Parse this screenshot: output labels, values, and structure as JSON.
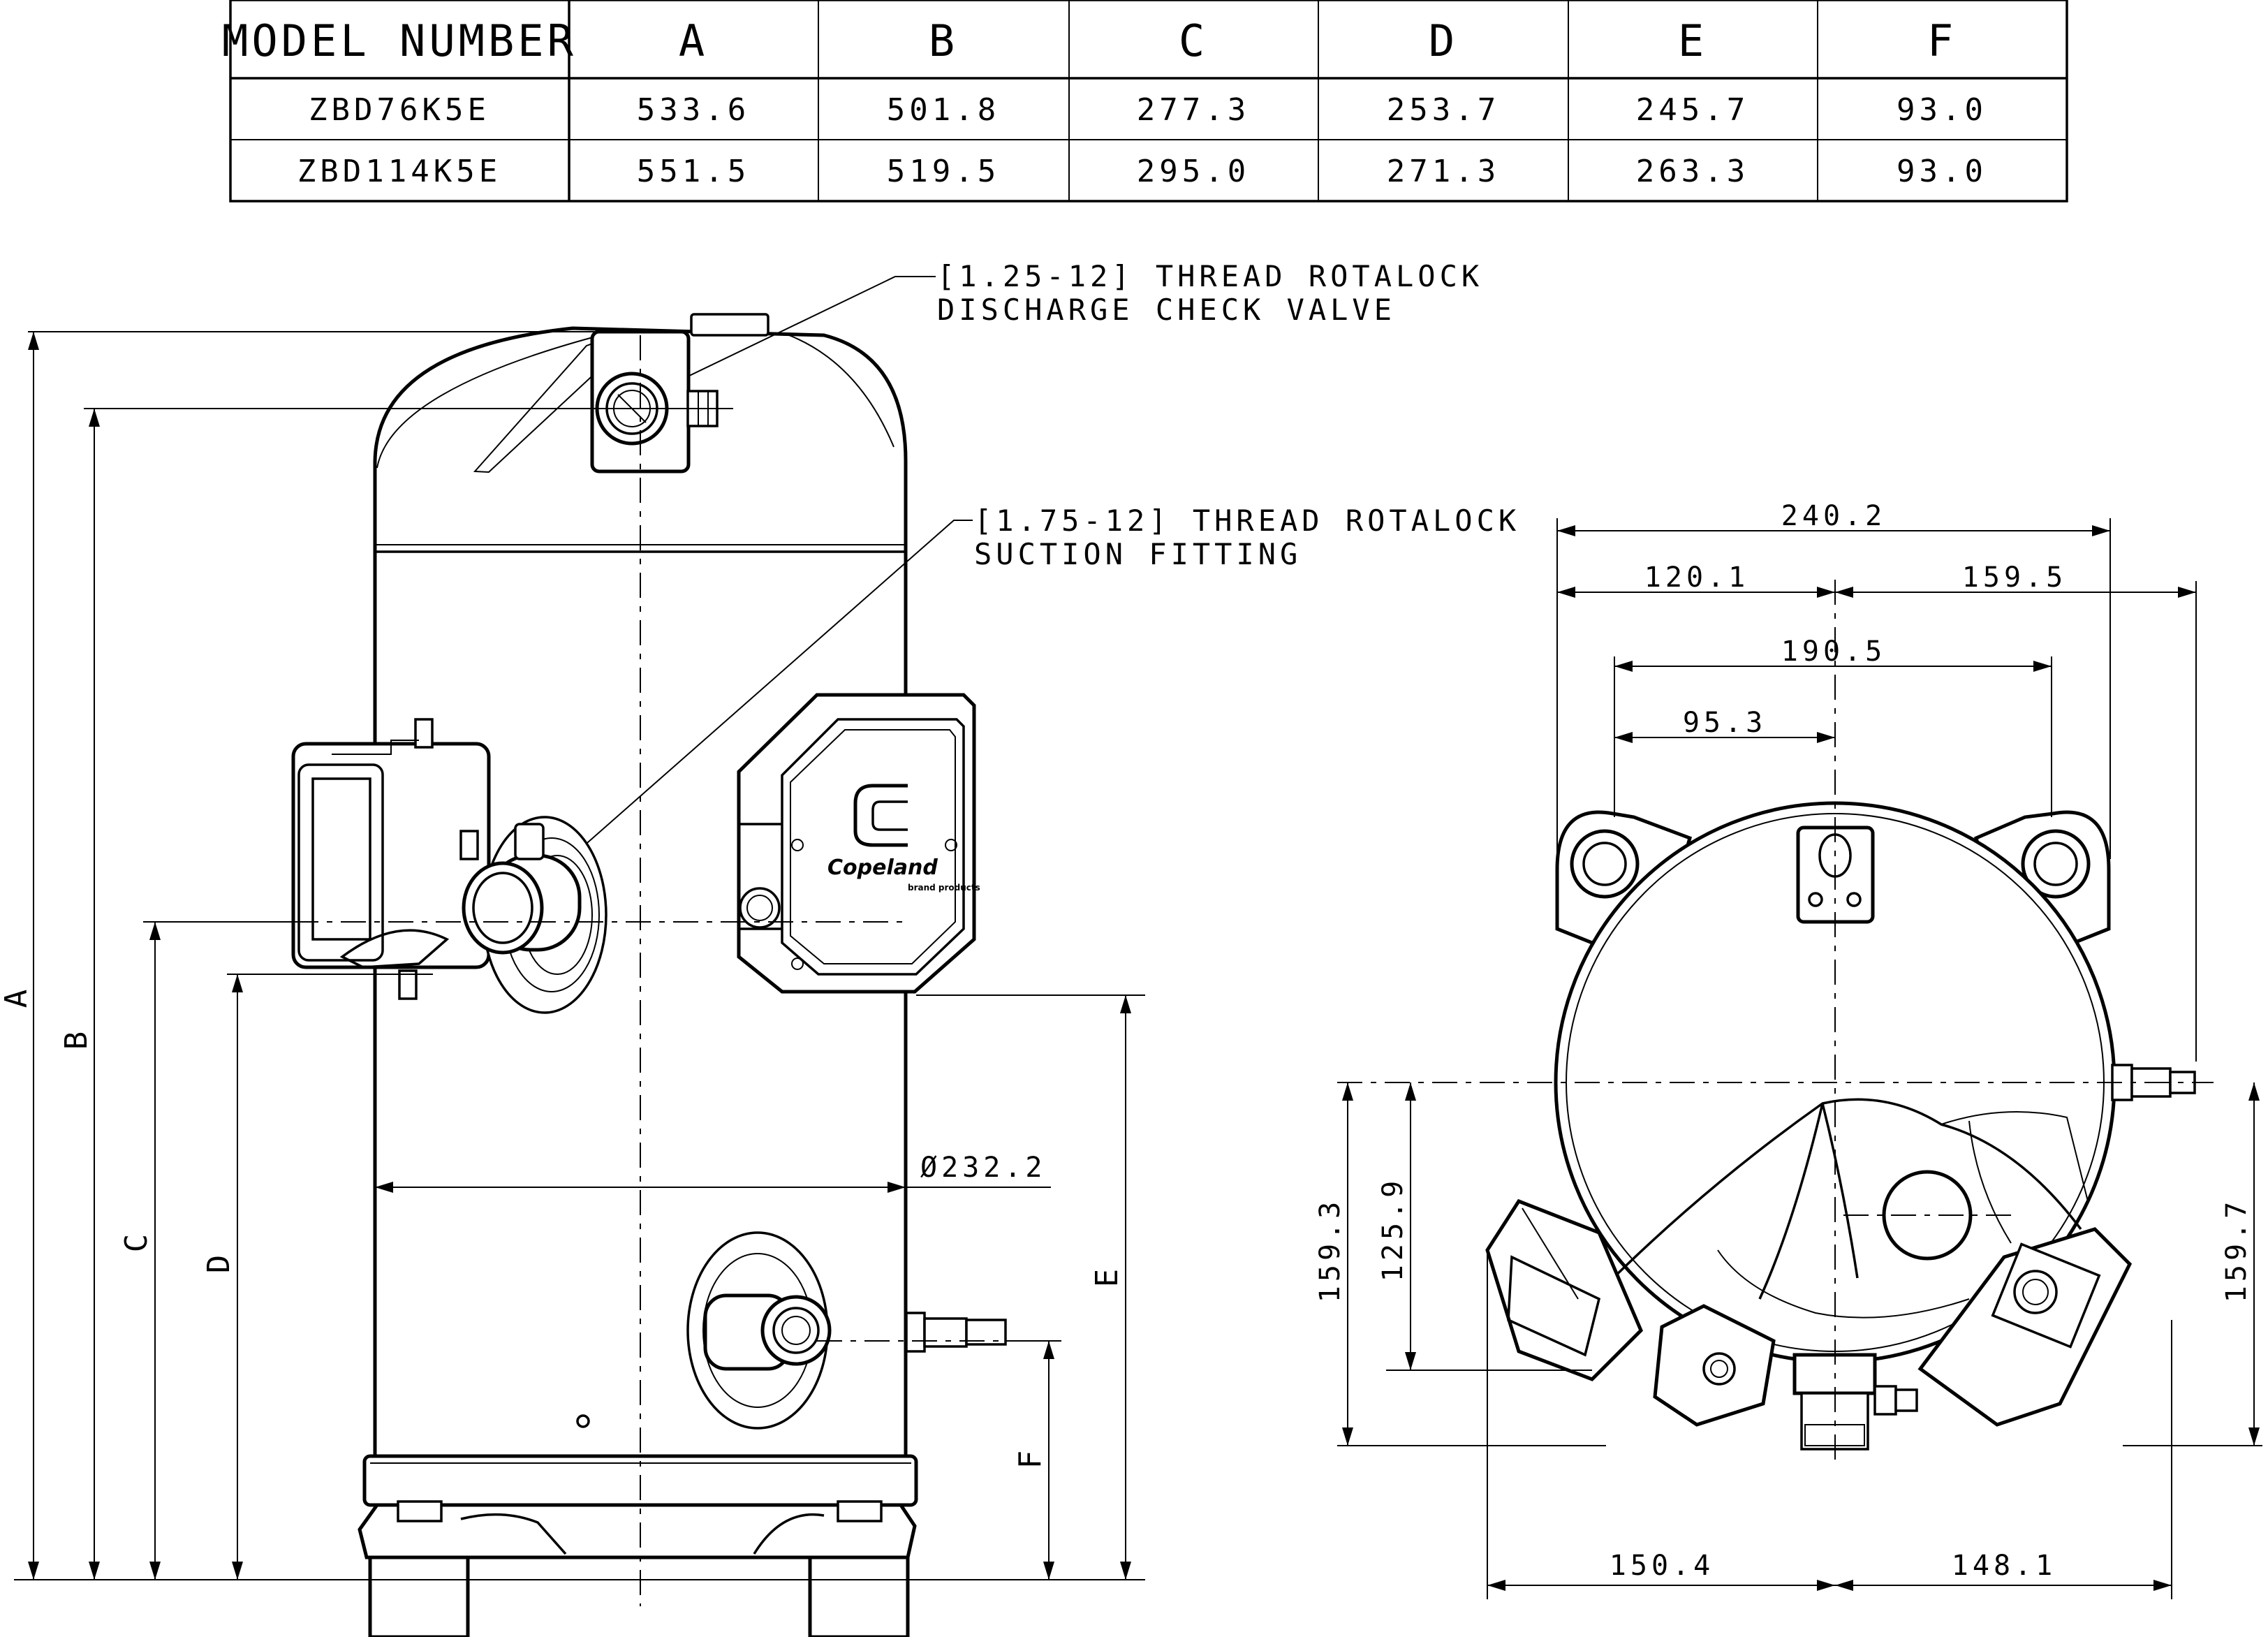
{
  "table": {
    "headers": [
      "MODEL NUMBER",
      "A",
      "B",
      "C",
      "D",
      "E",
      "F"
    ],
    "rows": [
      [
        "ZBD76K5E",
        "533.6",
        "501.8",
        "277.3",
        "253.7",
        "245.7",
        "93.0"
      ],
      [
        "ZBD114K5E",
        "551.5",
        "519.5",
        "295.0",
        "271.3",
        "263.3",
        "93.0"
      ]
    ]
  },
  "notes": {
    "discharge_line1": "[1.25-12] THREAD ROTALOCK",
    "discharge_line2": "DISCHARGE CHECK VALVE",
    "suction_line1": "[1.75-12] THREAD ROTALOCK",
    "suction_line2": "SUCTION FITTING"
  },
  "side_view": {
    "label_a": "A",
    "label_b": "B",
    "label_c": "C",
    "label_d": "D",
    "label_e": "E",
    "label_f": "F",
    "diameter": "Ø232.2"
  },
  "top_view": {
    "dim_240_2": "240.2",
    "dim_120_1": "120.1",
    "dim_159_5": "159.5",
    "dim_190_5": "190.5",
    "dim_95_3": "95.3",
    "dim_159_3": "159.3",
    "dim_125_9": "125.9",
    "dim_159_7": "159.7",
    "dim_150_4": "150.4",
    "dim_148_1": "148.1"
  },
  "logo": {
    "brand": "Copeland",
    "sub": "brand products"
  },
  "colors": {
    "line": "#000000",
    "background": "#ffffff"
  }
}
